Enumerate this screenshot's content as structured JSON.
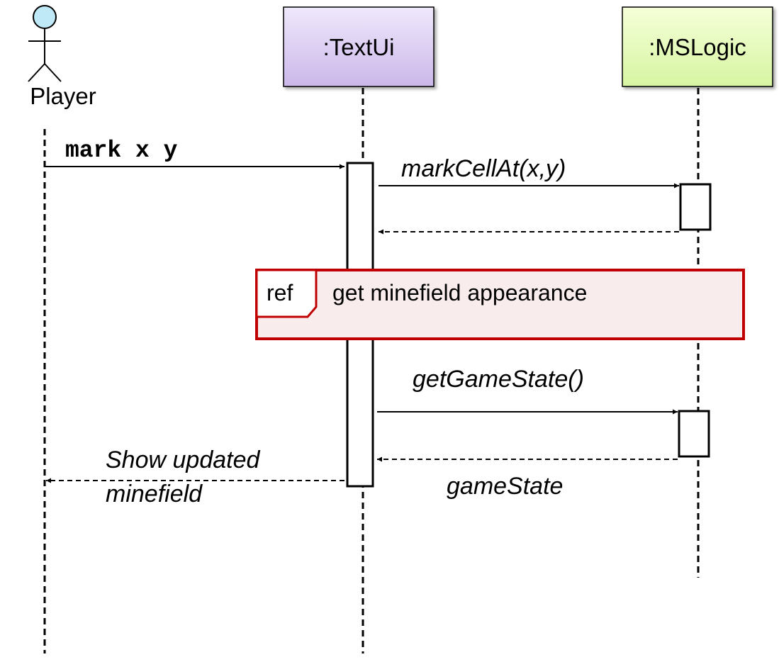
{
  "actor": {
    "label": "Player"
  },
  "participants": {
    "textui": {
      "label": ":TextUi"
    },
    "mslogic": {
      "label": ":MSLogic"
    }
  },
  "messages": {
    "mark": "mark x y",
    "markCellAt": "markCellAt(x,y)",
    "getGameState": "getGameState()",
    "gameState": "gameState",
    "show_line1": "Show updated",
    "show_line2": "minefield"
  },
  "ref": {
    "tag": "ref",
    "label": "get minefield appearance"
  },
  "colors": {
    "textui_fill_top": "#efe8fb",
    "textui_fill_bottom": "#cbb7ea",
    "mslogic_fill_top": "#f5ffd8",
    "mslogic_fill_bottom": "#d6f5a2",
    "actor_head": "#bfe9f7",
    "ref_border": "#c00000",
    "ref_fill": "#f9ecec"
  }
}
